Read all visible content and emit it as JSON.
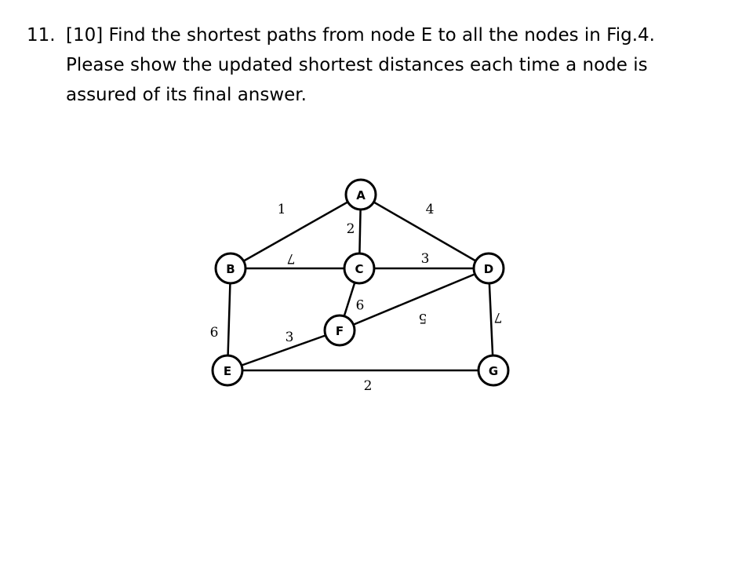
{
  "question": {
    "number": "11.",
    "lines": [
      "[10] Find the shortest paths from node E to all the nodes in Fig.4.",
      "Please show the updated shortest distances each time a node is",
      "assured of its final answer."
    ]
  },
  "graph": {
    "nodes": [
      {
        "id": "A",
        "label": "A"
      },
      {
        "id": "B",
        "label": "B"
      },
      {
        "id": "C",
        "label": "C"
      },
      {
        "id": "D",
        "label": "D"
      },
      {
        "id": "F",
        "label": "F"
      },
      {
        "id": "E",
        "label": "E"
      },
      {
        "id": "G",
        "label": "G"
      }
    ],
    "edges": [
      {
        "from": "A",
        "to": "B",
        "weight": "1"
      },
      {
        "from": "A",
        "to": "D",
        "weight": "4"
      },
      {
        "from": "A",
        "to": "C",
        "weight": "2"
      },
      {
        "from": "B",
        "to": "C",
        "weight": "7"
      },
      {
        "from": "C",
        "to": "D",
        "weight": "3"
      },
      {
        "from": "C",
        "to": "F",
        "weight": "9"
      },
      {
        "from": "F",
        "to": "D",
        "weight": "5"
      },
      {
        "from": "B",
        "to": "E",
        "weight": "6"
      },
      {
        "from": "E",
        "to": "F",
        "weight": "3"
      },
      {
        "from": "D",
        "to": "G",
        "weight": "7"
      },
      {
        "from": "E",
        "to": "G",
        "weight": "2"
      }
    ]
  }
}
